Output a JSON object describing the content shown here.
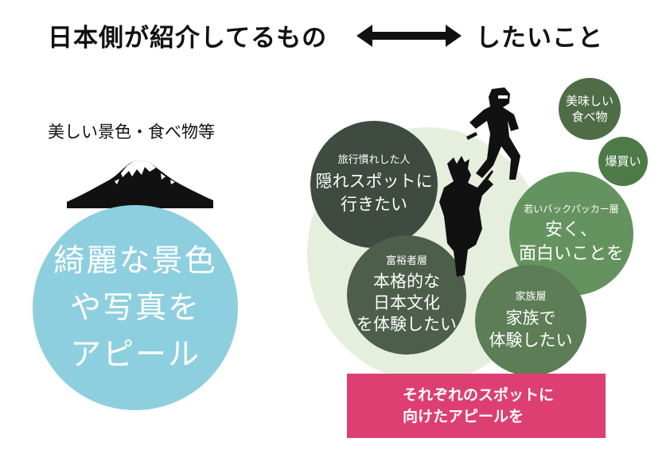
{
  "header": {
    "left_title": "日本側が紹介してるもの",
    "right_title": "したいこと",
    "arrow_icon": "double-arrow-icon"
  },
  "left_panel": {
    "caption": "美しい景色・食べ物等",
    "mountain_icon": "mount-fuji-icon",
    "circle_lines": [
      "綺麗な景色",
      "や写真を",
      "アピール"
    ],
    "circle_color": "#8ecfdf"
  },
  "right_panel": {
    "background_circle_color": "#e6efde",
    "figures": [
      "ninja-silhouette-icon",
      "samurai-silhouette-icon"
    ],
    "circles": {
      "travel": {
        "label": "旅行慣れした人",
        "lines": [
          "隠れスポットに",
          "行きたい"
        ],
        "color": "#3f4a40"
      },
      "wealthy": {
        "label": "富裕者層",
        "lines": [
          "本格的な",
          "日本文化",
          "を体験したい"
        ],
        "color": "#4d5e4b"
      },
      "backpacker": {
        "label": "若いバックパッカー層",
        "lines": [
          "安く、",
          "面白いことを"
        ],
        "color": "#65935f"
      },
      "family": {
        "label": "家族層",
        "lines": [
          "家族で",
          "体験したい"
        ],
        "color": "#5c7d55"
      },
      "food": {
        "lines": [
          "美味しい",
          "食べ物"
        ],
        "color": "#4e6d47"
      },
      "shopping": {
        "lines": [
          "爆買い"
        ],
        "color": "#4e7a48"
      }
    },
    "conclusion": {
      "lines": [
        "それぞれのスポットに",
        "向けたアピールを"
      ],
      "color": "#dd3f72"
    }
  }
}
